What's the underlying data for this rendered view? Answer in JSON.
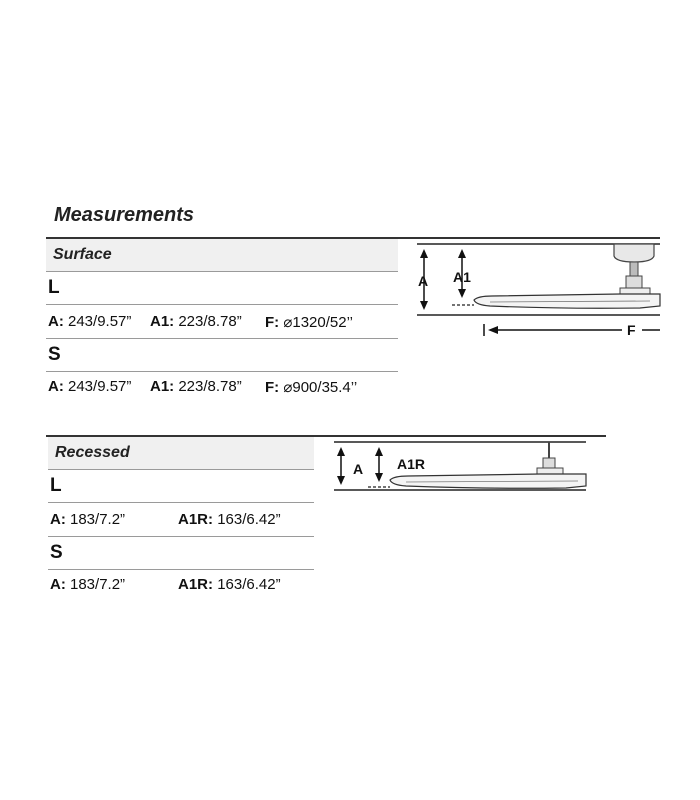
{
  "title": "Measurements",
  "surface": {
    "heading": "Surface",
    "rows": [
      {
        "size": "L",
        "specs": [
          {
            "key": "A:",
            "value": "243/9.57”"
          },
          {
            "key": "A1:",
            "value": "223/8.78”"
          },
          {
            "key": "F:",
            "value": "⌀1320/52’’"
          }
        ]
      },
      {
        "size": "S",
        "specs": [
          {
            "key": "A:",
            "value": "243/9.57”"
          },
          {
            "key": "A1:",
            "value": "223/8.78”"
          },
          {
            "key": "F:",
            "value": "⌀900/35.4’’"
          }
        ]
      }
    ],
    "diagram": {
      "label_a": "A",
      "label_a1": "A1",
      "label_f": "F"
    }
  },
  "recessed": {
    "heading": "Recessed",
    "rows": [
      {
        "size": "L",
        "specs": [
          {
            "key": "A:",
            "value": "183/7.2”"
          },
          {
            "key": "A1R:",
            "value": "163/6.42”"
          }
        ]
      },
      {
        "size": "S",
        "specs": [
          {
            "key": "A:",
            "value": "183/7.2”"
          },
          {
            "key": "A1R:",
            "value": "163/6.42”"
          }
        ]
      }
    ],
    "diagram": {
      "label_a": "A",
      "label_a1r": "A1R"
    }
  }
}
